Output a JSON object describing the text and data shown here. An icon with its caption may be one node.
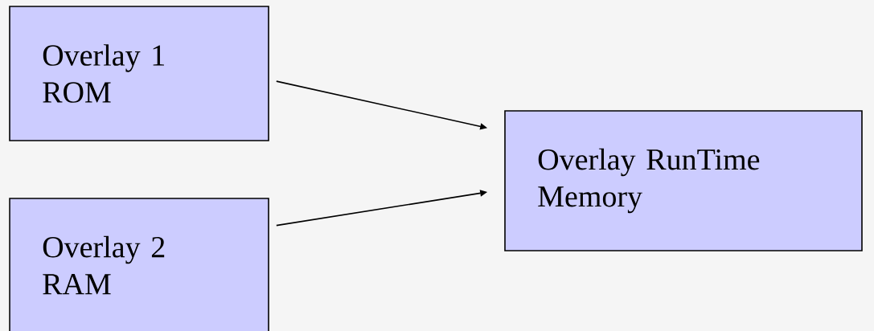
{
  "diagram": {
    "nodes": [
      {
        "text": [
          "Overlay 1 ROM"
        ]
      },
      {
        "text": [
          "Overlay 2 RAM"
        ]
      },
      {
        "text": [
          "Overlay RunTime Memory"
        ]
      }
    ],
    "edges": [
      {
        "from": 0,
        "to": 2,
        "arrow": "to"
      },
      {
        "from": 1,
        "to": 2,
        "arrow": "to"
      }
    ]
  }
}
